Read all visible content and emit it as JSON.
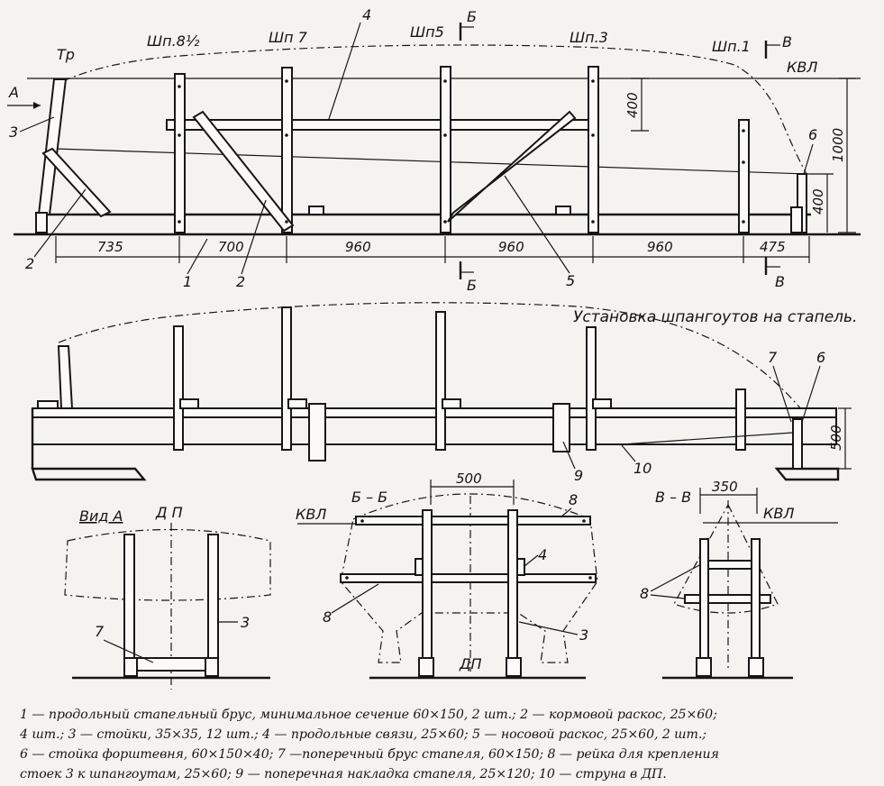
{
  "top_view": {
    "frames": [
      "Тр",
      "Шп.8½",
      "Шп 7",
      "Шп5",
      "Шп.3",
      "Шп.1"
    ],
    "kvl": "КВЛ",
    "view_a": "А",
    "section_b": "Б",
    "section_v": "В",
    "dims_bottom": [
      "735",
      "700",
      "960",
      "960",
      "960",
      "475"
    ],
    "dim_400_top": "400",
    "dim_400_bottom": "400",
    "dim_1000": "1000",
    "callouts": [
      "1",
      "2",
      "2",
      "3",
      "4",
      "5",
      "6"
    ]
  },
  "middle_view": {
    "caption": "Установка шпангоутов на стапель.",
    "dim_500": "500",
    "callouts": [
      "7",
      "6",
      "9",
      "10"
    ]
  },
  "view_a": {
    "title": "Вид А",
    "dp": "Д П",
    "callouts": [
      "7",
      "3"
    ]
  },
  "section_bb": {
    "title": "Б – Б",
    "dim_500": "500",
    "kvl": "КВЛ",
    "dp": "ДП",
    "callouts": [
      "8",
      "4",
      "8",
      "3"
    ]
  },
  "section_vv": {
    "title": "В – В",
    "dim_350": "350",
    "kvl": "КВЛ",
    "callouts": [
      "8"
    ]
  },
  "legend": [
    "1 — продольный стапельный брус, минимальное сечение 60×150, 2 шт.; 2 — кормовой раскос, 25×60;",
    "4 шт.; 3 — стойки, 35×35, 12 шт.; 4 — продольные связи, 25×60; 5 — носовой раскос, 25×60, 2 шт.;",
    "6 — стойка форштевня, 60×150×40; 7 —поперечный брус стапеля, 60×150; 8 — рейка для крепления",
    "стоек 3 к шпангоутам, 25×60; 9 — поперечная накладка стапеля, 25×120; 10 — струна в ДП."
  ]
}
